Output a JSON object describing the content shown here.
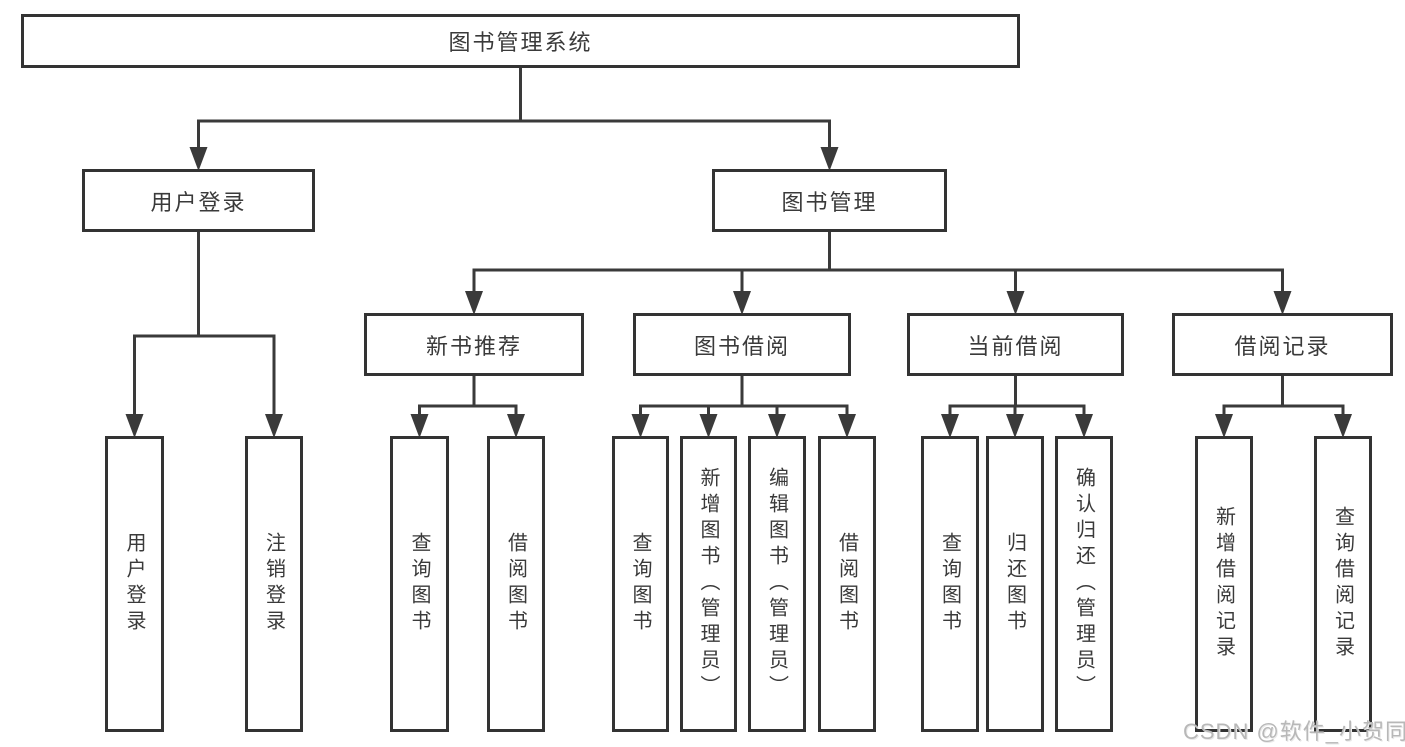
{
  "diagram": {
    "title": "图书管理系统",
    "nodes": [
      {
        "id": "root",
        "label": "图书管理系统"
      },
      {
        "id": "user-login",
        "label": "用户登录"
      },
      {
        "id": "book-mgmt",
        "label": "图书管理"
      },
      {
        "id": "new-books",
        "label": "新书推荐"
      },
      {
        "id": "borrowing",
        "label": "图书借阅"
      },
      {
        "id": "current",
        "label": "当前借阅"
      },
      {
        "id": "records",
        "label": "借阅记录"
      },
      {
        "id": "login",
        "label": "用户登录"
      },
      {
        "id": "logout",
        "label": "注销登录"
      },
      {
        "id": "nb-query",
        "label": "查询图书"
      },
      {
        "id": "nb-borrow",
        "label": "借阅图书"
      },
      {
        "id": "b-query",
        "label": "查询图书"
      },
      {
        "id": "b-add",
        "label": "新增图书（管理员）"
      },
      {
        "id": "b-edit",
        "label": "编辑图书（管理员）"
      },
      {
        "id": "b-borrow",
        "label": "借阅图书"
      },
      {
        "id": "c-query",
        "label": "查询图书"
      },
      {
        "id": "c-return",
        "label": "归还图书"
      },
      {
        "id": "c-confirm",
        "label": "确认归还（管理员）"
      },
      {
        "id": "r-add",
        "label": "新增借阅记录"
      },
      {
        "id": "r-query",
        "label": "查询借阅记录"
      }
    ],
    "edges": [
      {
        "parent": "root",
        "children": [
          "user-login",
          "book-mgmt"
        ]
      },
      {
        "parent": "user-login",
        "children": [
          "login",
          "logout"
        ]
      },
      {
        "parent": "book-mgmt",
        "children": [
          "new-books",
          "borrowing",
          "current",
          "records"
        ]
      },
      {
        "parent": "new-books",
        "children": [
          "nb-query",
          "nb-borrow"
        ]
      },
      {
        "parent": "borrowing",
        "children": [
          "b-query",
          "b-add",
          "b-edit",
          "b-borrow"
        ]
      },
      {
        "parent": "current",
        "children": [
          "c-query",
          "c-return",
          "c-confirm"
        ]
      },
      {
        "parent": "records",
        "children": [
          "r-add",
          "r-query"
        ]
      }
    ]
  },
  "watermark": {
    "text": "CSDN @软件_小贺同学"
  },
  "colors": {
    "background": "#ffffff",
    "box_fill": "#ffffff",
    "box_border": "#333333",
    "line": "#3a3a3a",
    "text": "#3a3a3a",
    "watermark": "#b8b8b8"
  }
}
